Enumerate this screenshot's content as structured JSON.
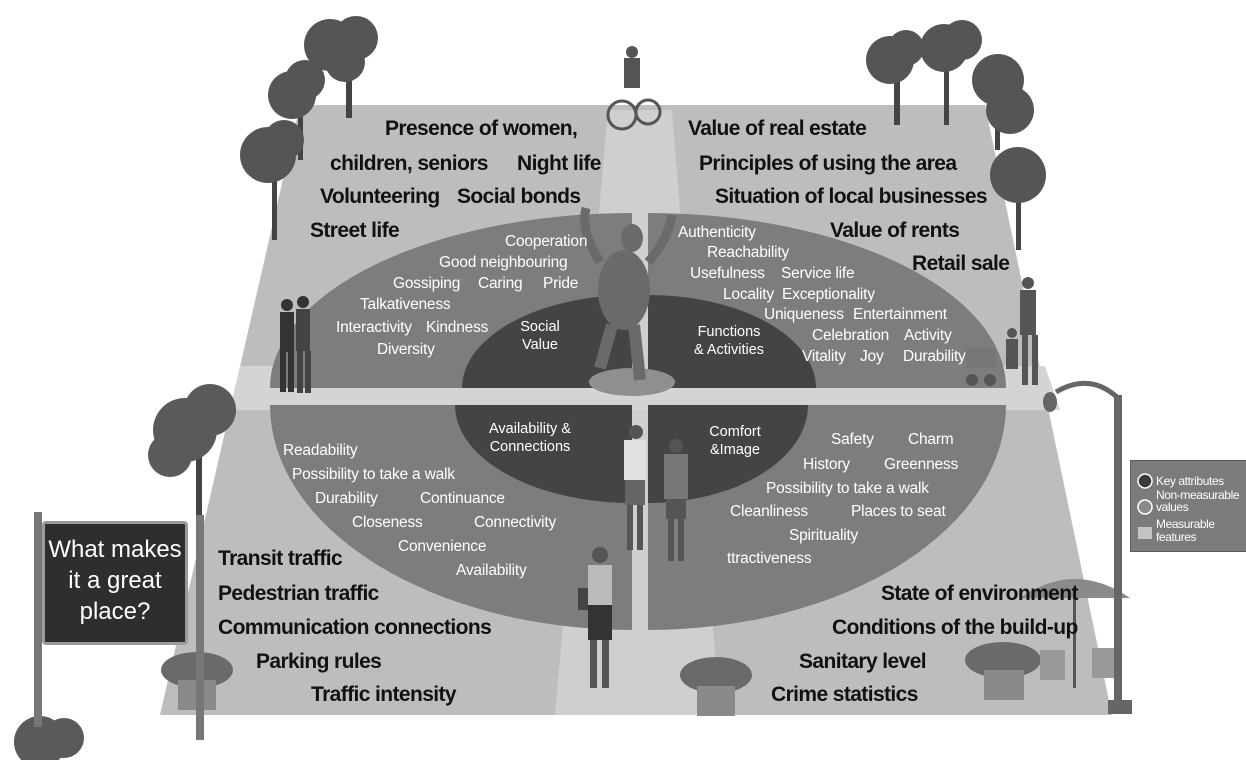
{
  "sign": {
    "line1": "What makes",
    "line2": "it a great",
    "line3": "place?"
  },
  "legend": {
    "key_attributes": "Key attributes",
    "non_measurable_1": "Non-measurable",
    "non_measurable_2": "values",
    "measurable_1": "Measurable",
    "measurable_2": "features"
  },
  "hubs": {
    "social_1": "Social",
    "social_2": "Value",
    "functions_1": "Functions",
    "functions_2": "& Activities",
    "availability_1": "Availability &",
    "availability_2": "Connections",
    "comfort_1": "Comfort",
    "comfort_2": "&Image"
  },
  "social_measurable": {
    "presence": "Presence of women,",
    "children": "children, seniors",
    "night_life": "Night life",
    "volunteering": "Volunteering",
    "social_bonds": "Social bonds",
    "street_life": "Street life"
  },
  "social_values": {
    "cooperation": "Cooperation",
    "good_neighbouring": "Good neighbouring",
    "gossiping": "Gossiping",
    "caring": "Caring",
    "pride": "Pride",
    "talkativeness": "Talkativeness",
    "interactivity": "Interactivity",
    "kindness": "Kindness",
    "diversity": "Diversity"
  },
  "functions_measurable": {
    "value_real_estate": "Value of real estate",
    "principles": "Principles of using the area",
    "local_businesses": "Situation of local businesses",
    "value_rents": "Value of rents",
    "retail_sale": "Retail sale"
  },
  "functions_values": {
    "authenticity": "Authenticity",
    "reachability": "Reachability",
    "usefulness": "Usefulness",
    "service_life": "Service life",
    "locality": "Locality",
    "exceptionality": "Exceptionality",
    "uniqueness": "Uniqueness",
    "entertainment": "Entertainment",
    "celebration": "Celebration",
    "activity": "Activity",
    "vitality": "Vitality",
    "joy": "Joy",
    "durability": "Durability"
  },
  "availability_values": {
    "readability": "Readability",
    "walk": "Possibility to take a walk",
    "durability": "Durability",
    "continuance": "Continuance",
    "closeness": "Closeness",
    "connectivity": "Connectivity",
    "convenience": "Convenience",
    "availability": "Availability"
  },
  "availability_measurable": {
    "transit": "Transit traffic",
    "pedestrian": "Pedestrian traffic",
    "communication": "Communication connections",
    "parking": "Parking rules",
    "traffic_intensity": "Traffic intensity"
  },
  "comfort_values": {
    "safety": "Safety",
    "charm": "Charm",
    "history": "History",
    "greenness": "Greenness",
    "walk": "Possibility to take a walk",
    "cleanliness": "Cleanliness",
    "places": "Places to seat",
    "spirituality": "Spirituality",
    "attractiveness": "ttractiveness"
  },
  "comfort_measurable": {
    "environment": "State of environment",
    "buildup": "Conditions of the build-up",
    "sanitary": "Sanitary level",
    "crime": "Crime statistics"
  }
}
